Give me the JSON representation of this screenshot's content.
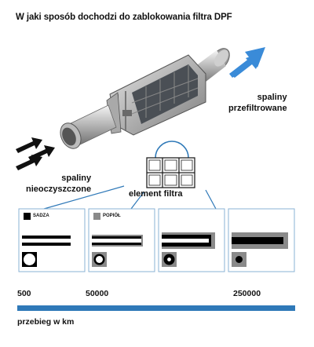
{
  "title": "W jaki sposób dochodzi do zablokowania filtra DPF",
  "labels": {
    "exhaust_out": [
      "spaliny",
      "przefiltrowane"
    ],
    "exhaust_in": [
      "spaliny",
      "nieoczyszczone"
    ],
    "filter_element": "element filtra"
  },
  "legend": {
    "soot": "SADZA",
    "ash": "POPIÓŁ"
  },
  "colors": {
    "accent_blue": "#2f79b8",
    "arrow_blue": "#3a8bd8",
    "panel_border": "#8ab3d4",
    "soot": "#000000",
    "ash": "#8a8a8a"
  },
  "stages": [
    {
      "soot_level": "none",
      "ash_level": "none"
    },
    {
      "soot_level": "low",
      "ash_level": "low"
    },
    {
      "soot_level": "medium",
      "ash_level": "medium"
    },
    {
      "soot_level": "high",
      "ash_level": "high"
    }
  ],
  "axis": {
    "ticks": [
      "500",
      "50000",
      "250000"
    ],
    "title": "przebieg w km"
  }
}
